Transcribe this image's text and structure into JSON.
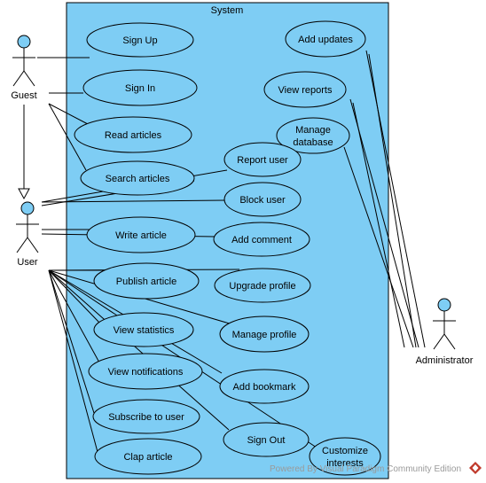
{
  "system": {
    "title": "System"
  },
  "colors": {
    "system_fill": "#7ecdf4",
    "actor_head": "#7ecdf4",
    "line": "#000000",
    "watermark": "#9a9a9a",
    "logo": "#c0392b"
  },
  "actors": [
    {
      "id": "guest",
      "label": "Guest"
    },
    {
      "id": "user",
      "label": "User"
    },
    {
      "id": "admin",
      "label": "Administrator"
    }
  ],
  "use_cases": [
    {
      "id": "sign-up",
      "lines": [
        "Sign Up"
      ]
    },
    {
      "id": "sign-in",
      "lines": [
        "Sign In"
      ]
    },
    {
      "id": "read-articles",
      "lines": [
        "Read articles"
      ]
    },
    {
      "id": "search-articles",
      "lines": [
        "Search articles"
      ]
    },
    {
      "id": "write-article",
      "lines": [
        "Write article"
      ]
    },
    {
      "id": "publish-article",
      "lines": [
        "Publish article"
      ]
    },
    {
      "id": "view-statistics",
      "lines": [
        "View statistics"
      ]
    },
    {
      "id": "view-notifications",
      "lines": [
        "View notifications"
      ]
    },
    {
      "id": "subscribe-to-user",
      "lines": [
        "Subscribe to user"
      ]
    },
    {
      "id": "clap-article",
      "lines": [
        "Clap article"
      ]
    },
    {
      "id": "add-updates",
      "lines": [
        "Add updates"
      ]
    },
    {
      "id": "view-reports",
      "lines": [
        "View reports"
      ]
    },
    {
      "id": "manage-database",
      "lines": [
        "Manage",
        "database"
      ]
    },
    {
      "id": "report-user",
      "lines": [
        "Report user"
      ]
    },
    {
      "id": "block-user",
      "lines": [
        "Block user"
      ]
    },
    {
      "id": "add-comment",
      "lines": [
        "Add comment"
      ]
    },
    {
      "id": "upgrade-profile",
      "lines": [
        "Upgrade profile"
      ]
    },
    {
      "id": "manage-profile",
      "lines": [
        "Manage profile"
      ]
    },
    {
      "id": "add-bookmark",
      "lines": [
        "Add bookmark"
      ]
    },
    {
      "id": "sign-out",
      "lines": [
        "Sign Out"
      ]
    },
    {
      "id": "customize-interests",
      "lines": [
        "Customize",
        "interests"
      ]
    }
  ],
  "associations": [
    [
      "guest",
      "sign-up"
    ],
    [
      "guest",
      "sign-in"
    ],
    [
      "guest",
      "read-articles"
    ],
    [
      "guest",
      "search-articles"
    ],
    [
      "user",
      "report-user"
    ],
    [
      "user",
      "block-user"
    ],
    [
      "user",
      "search-articles"
    ],
    [
      "user",
      "write-article"
    ],
    [
      "user",
      "add-comment"
    ],
    [
      "user",
      "publish-article"
    ],
    [
      "user",
      "upgrade-profile"
    ],
    [
      "user",
      "manage-profile"
    ],
    [
      "user",
      "view-statistics"
    ],
    [
      "user",
      "view-notifications"
    ],
    [
      "user",
      "subscribe-to-user"
    ],
    [
      "user",
      "clap-article"
    ],
    [
      "user",
      "add-bookmark"
    ],
    [
      "user",
      "sign-out"
    ],
    [
      "user",
      "customize-interests"
    ],
    [
      "admin",
      "add-updates"
    ],
    [
      "admin",
      "view-reports"
    ],
    [
      "admin",
      "manage-database"
    ]
  ],
  "generalizations": [
    [
      "user",
      "guest"
    ]
  ],
  "watermark": {
    "text": "Powered By Visual Paradigm Community Edition"
  }
}
